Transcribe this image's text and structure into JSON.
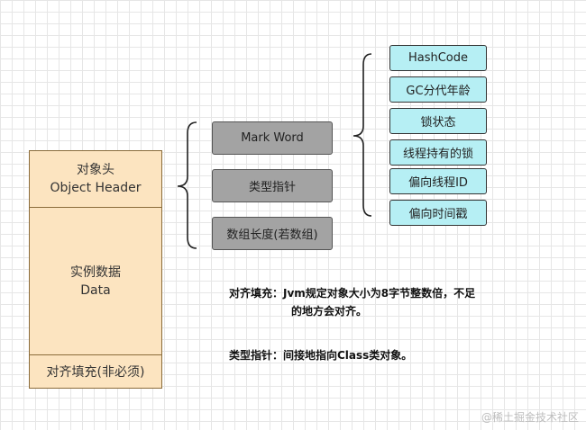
{
  "object_layout": {
    "header_line1": "对象头",
    "header_line2": "Object Header",
    "data_line1": "实例数据",
    "data_line2": "Data",
    "padding": "对齐填充(非必须)"
  },
  "header_parts": [
    "Mark Word",
    "类型指针",
    "数组长度(若数组)"
  ],
  "mark_word_parts": [
    "HashCode",
    "GC分代年龄",
    "锁状态",
    "线程持有的锁",
    "偏向线程ID",
    "偏向时间戳"
  ],
  "notes": {
    "padding_line1": "对齐填充：Jvm规定对象大小为8字节整数倍，不足",
    "padding_line2": "的地方会对齐。",
    "class_pointer": "类型指针：间接地指向Class类对象。"
  },
  "watermark": "@稀土掘金技术社区",
  "colors": {
    "object_fill": "#fce4c0",
    "gray_fill": "#a3a3a3",
    "cyan_fill": "#b6eff4"
  }
}
